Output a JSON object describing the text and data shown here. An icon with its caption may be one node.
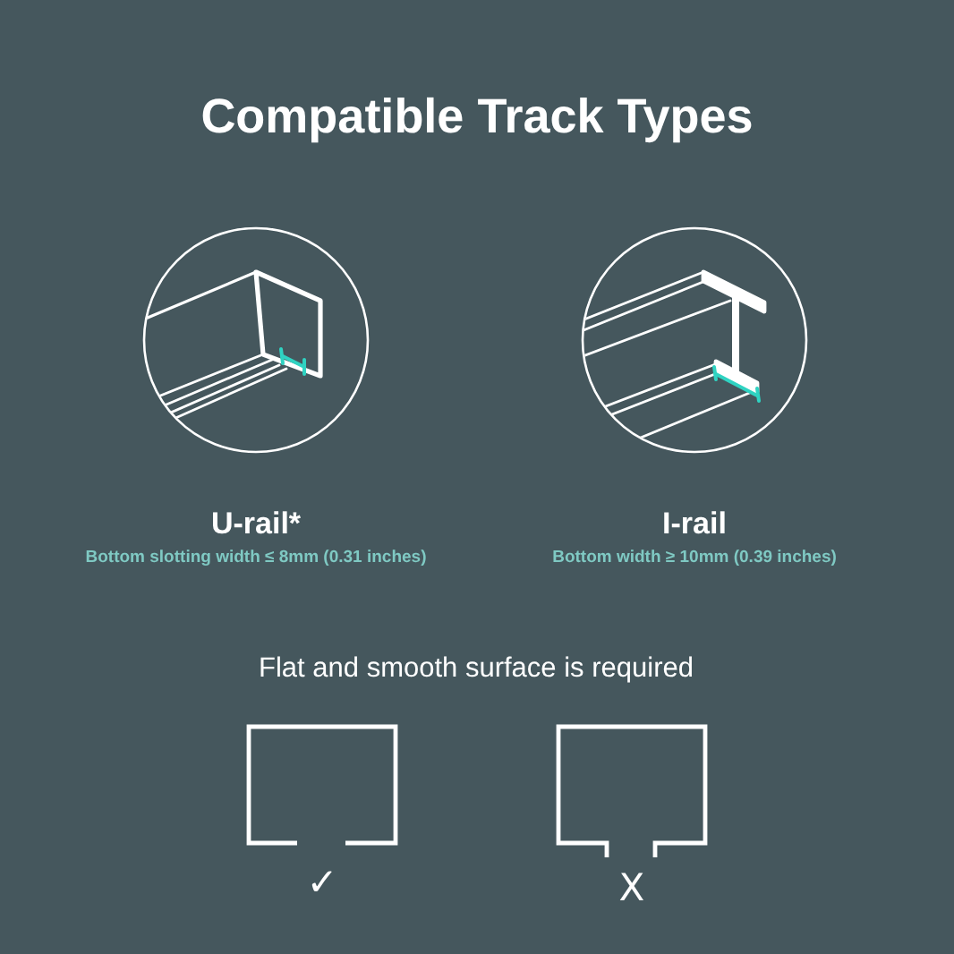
{
  "diagram": {
    "title": "Compatible Track Types",
    "labels": [
      "U-rail*",
      "Bottom slotting width ≤ 8mm (0.31 inches)",
      "I-rail",
      "Bottom width ≥ 10mm (0.39 inches)",
      "Flat and smooth surface is required",
      "✓",
      "X"
    ]
  }
}
